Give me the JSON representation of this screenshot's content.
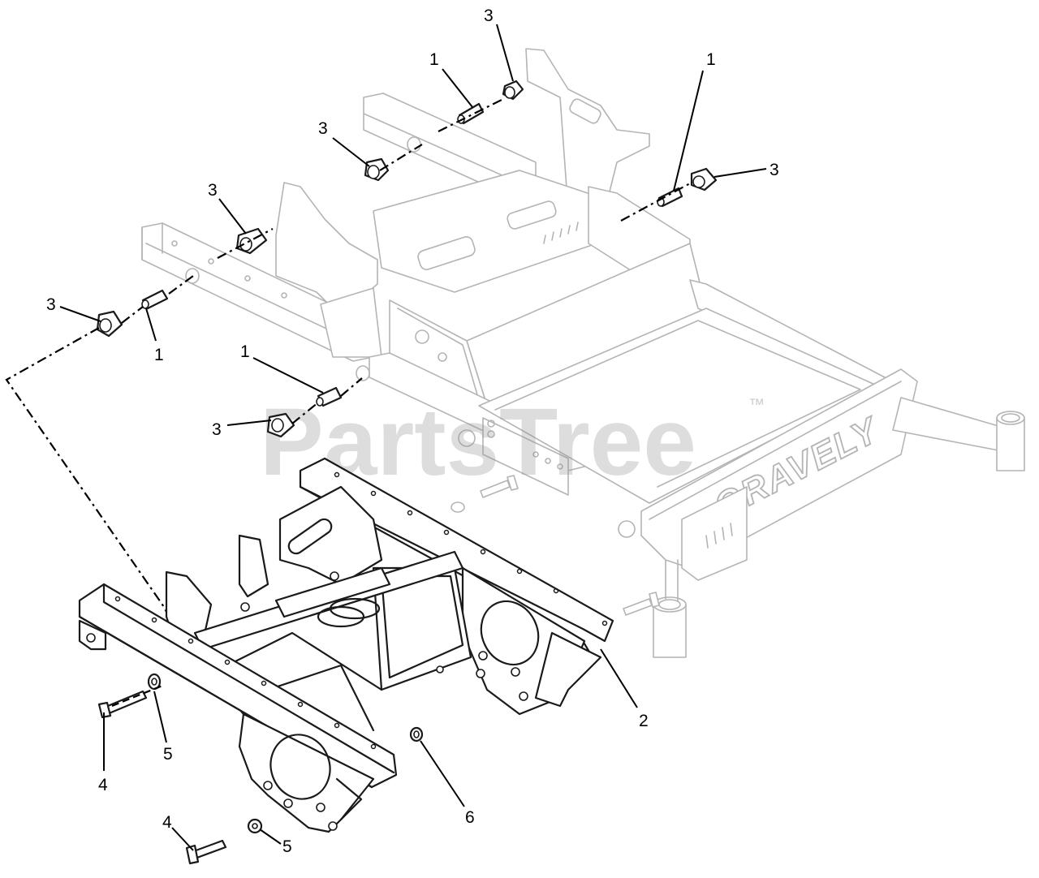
{
  "watermark": {
    "text": "PartsTree",
    "trademark": "™"
  },
  "frame_brand": "GRAVELY",
  "callouts": {
    "c3_top": "3",
    "c1_top": "1",
    "c1_top_right": "1",
    "c3_right": "3",
    "c3_mid": "3",
    "c3_left_upper": "3",
    "c3_left": "3",
    "c1_left": "1",
    "c1_center": "1",
    "c3_center": "3",
    "c2": "2",
    "c4_upper": "4",
    "c5_upper": "5",
    "c6": "6",
    "c4_lower": "4",
    "c5_lower": "5"
  }
}
